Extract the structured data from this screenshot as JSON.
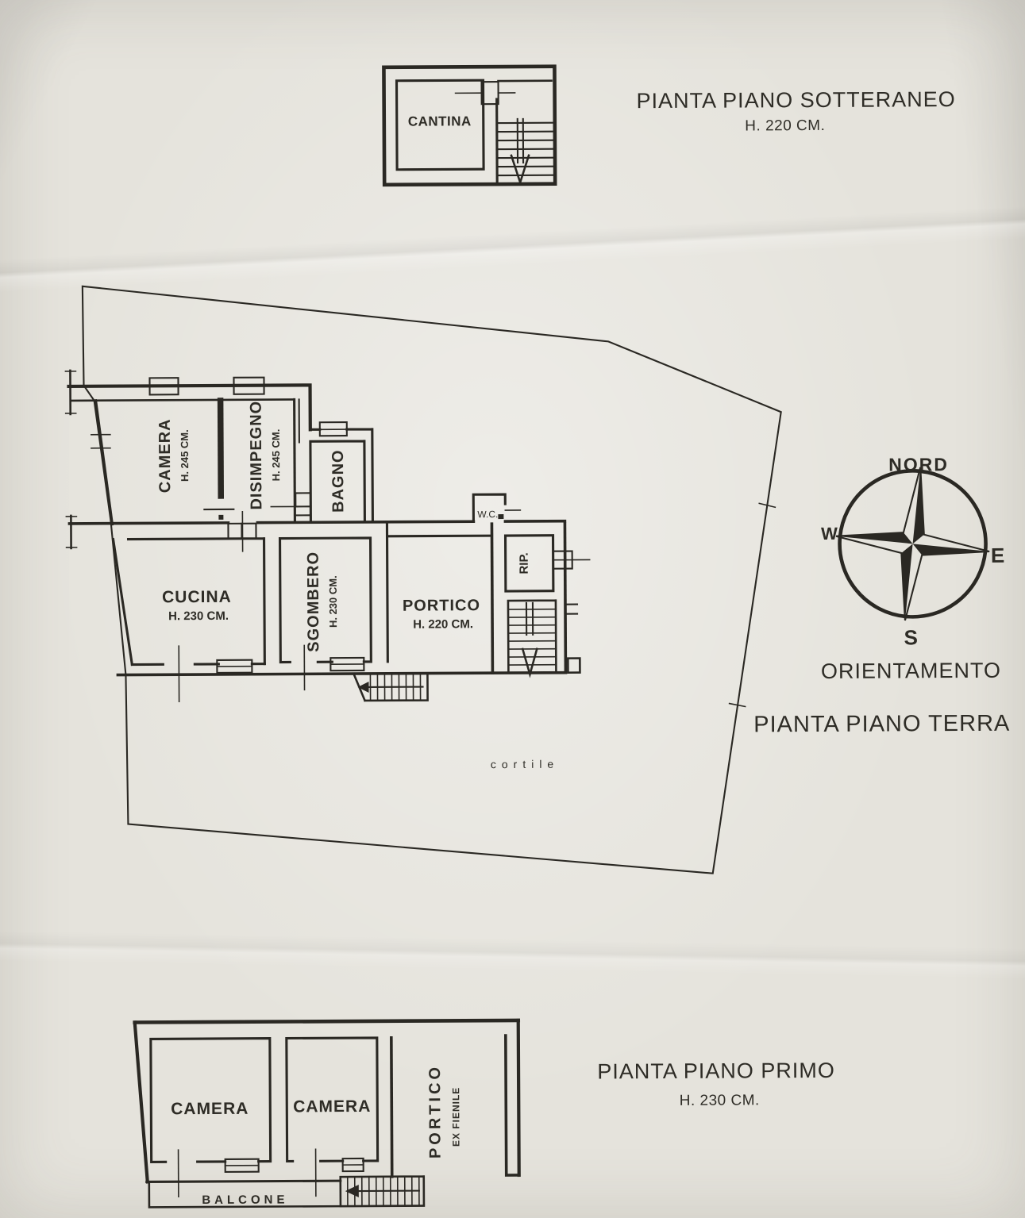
{
  "paper": {
    "background": "#e5e3dc",
    "ink": "#2a2823"
  },
  "basement_plan": {
    "title": "PIANTA PIANO SOTTERANEO",
    "height_note": "H. 220 CM.",
    "room_cantina": "CANTINA"
  },
  "ground_floor_plan": {
    "title": "PIANTA PIANO TERRA",
    "orientation_heading": "ORIENTAMENTO",
    "courtyard_label": "cortile",
    "room_camera": "CAMERA",
    "room_camera_height": "H. 245 CM.",
    "room_disimpegno": "DISIMPEGNO",
    "room_disimpegno_height": "H. 245 CM.",
    "room_bagno": "BAGNO",
    "room_cucina": "CUCINA",
    "room_cucina_height": "H. 230 CM.",
    "room_sgombero": "SGOMBERO",
    "room_sgombero_height": "H. 230 CM.",
    "room_portico": "PORTICO",
    "room_portico_height": "H. 220 CM.",
    "room_wc": "W.C.",
    "room_rip": "RIP."
  },
  "compass": {
    "north": "NORD",
    "west": "W",
    "east": "E",
    "south": "S"
  },
  "first_floor_plan": {
    "title": "PIANTA PIANO PRIMO",
    "height_note": "H. 230 CM.",
    "room_camera_left": "CAMERA",
    "room_camera_right": "CAMERA",
    "room_portico": "PORTICO",
    "room_portico_sub": "EX FIENILE",
    "balcony_label": "BALCONE"
  }
}
